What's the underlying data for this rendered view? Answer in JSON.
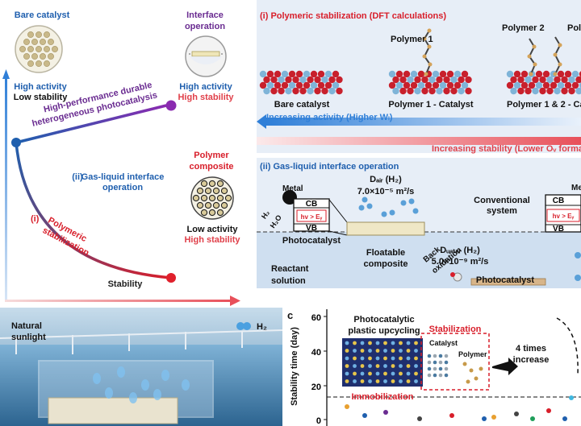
{
  "panel_a": {
    "bare_catalyst": "Bare catalyst",
    "bare_activity": "High activity",
    "bare_stability": "Low stability",
    "interface_line1": "Interface",
    "interface_line2": "operation",
    "interface_activity": "High activity",
    "interface_stability": "High stability",
    "durable_line1": "High-performance durable",
    "durable_line2": "heterogeneous photocatalysis",
    "gas_liquid_roman": "(ii)",
    "gas_liquid_line1": "Gas-liquid interface",
    "gas_liquid_line2": "operation",
    "polymer_line1": "Polymer",
    "polymer_line2": "composite",
    "polymer_activity": "Low activity",
    "polymer_stability": "High stability",
    "stab_roman": "(i)",
    "stab_line1": "Polymeric",
    "stab_line2": "stabilization",
    "x_axis": "Stability"
  },
  "panel_b_top": {
    "title": "(i) Polymeric stabilization (DFT calculations)",
    "polymer1": "Polymer 1",
    "polymer2": "Polymer 2",
    "polymer_cut": "Pol",
    "bare": "Bare catalyst",
    "p1cat": "Polymer 1 - Catalyst",
    "p12cat": "Polymer 1 & 2 - Ca",
    "activity_arrow": "Increasing activity (Higher Wₗ)",
    "stability_arrow": "Increasing stability (Lower Oᵥ forma"
  },
  "panel_b_bottom": {
    "title": "(ii) Gas-liquid interface operation",
    "metal": "Metal",
    "metal_cut": "Me",
    "h2": "H₂",
    "h2o": "H₂O",
    "cb": "CB",
    "vb": "VB",
    "hv": "hv > Eᵧ",
    "photocatalyst": "Photocatalyst",
    "dair": "Dₐᵢᵣ (H₂)",
    "dair_val": "7.0×10⁻⁵ m²/s",
    "floatable1": "Floatable",
    "floatable2": "composite",
    "conventional1": "Conventional",
    "conventional2": "system",
    "dwater": "Dᵤₐₜₑᵣ (H₂)",
    "dwater_val": "5.0×10⁻⁹ m²/s",
    "back1": "Back",
    "back2": "oxidation",
    "photocatalyst2": "Photocatalyst",
    "reactant1": "Reactant",
    "reactant2": "solution"
  },
  "panel_photo": {
    "natural1": "Natural",
    "natural2": "sunlight",
    "h2": "H₂"
  },
  "panel_c": {
    "label": "c",
    "ylabel": "Stability time (day)",
    "ticks": [
      "60",
      "40",
      "20",
      "0"
    ],
    "upcycling1": "Photocatalytic",
    "upcycling2": "plastic upcycling",
    "stabilization": "Stabilization",
    "catalyst": "Catalyst",
    "polymer": "Polymer",
    "increase1": "4 times",
    "increase2": "increase",
    "immobilization": "Immobilization"
  },
  "colors": {
    "blue": "#1f5fae",
    "red": "#d81e2a",
    "purple": "#6a2c91",
    "panel_bg": "#e6eef8"
  }
}
